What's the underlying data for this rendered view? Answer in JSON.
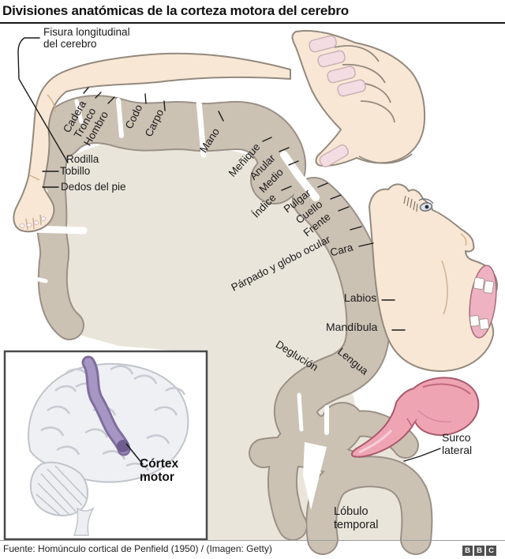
{
  "title": "Divisiones anatómicas de la corteza motora del cerebro",
  "labels": {
    "fisura_line1": "Fisura longitudinal",
    "fisura_line2": "del cerebro",
    "cadera": "Cadera",
    "tronco": "Tronco",
    "hombro": "Hombro",
    "rodilla": "Rodilla",
    "tobillo": "Tobillo",
    "dedos_del_pie": "Dedos del pie",
    "codo": "Codo",
    "carpo": "Carpo",
    "mano": "Mano",
    "menique": "Meñique",
    "anular": "Anular",
    "medio": "Medio",
    "indice": "Índice",
    "pulgar": "Pulgar",
    "cuello": "Cuello",
    "frente": "Frente",
    "parpado": "Párpado y globo ocular",
    "cara": "Cara",
    "labios": "Labios",
    "mandibula": "Mandíbula",
    "lengua": "Lengua",
    "deglucion": "Deglución",
    "surco_line1": "Surco",
    "surco_line2": "lateral",
    "lobulo_line1": "Lóbulo",
    "lobulo_line2": "temporal"
  },
  "inset": {
    "label_line1": "Córtex",
    "label_line2": "motor"
  },
  "footer": {
    "source": "Fuente: Homúnculo cortical de Penfield (1950) / (Imagen: Getty)",
    "logo_letters": [
      "B",
      "B",
      "C"
    ]
  },
  "colors": {
    "cortex_band": "#ccc2b4",
    "cortex_inner": "#eae5da",
    "outline": "#9a9086",
    "skin": "#f8e7d5",
    "tongue": "#efa4b4",
    "motor_strip": "#a696c4",
    "logo_bg": "#4f4f4f"
  }
}
